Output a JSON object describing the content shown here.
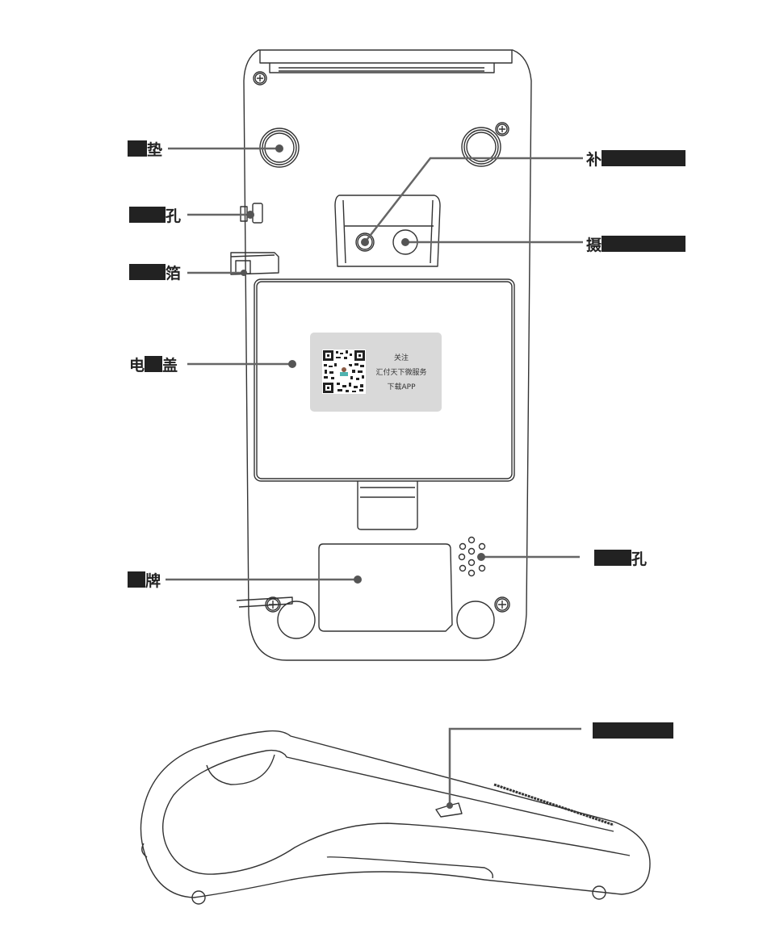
{
  "diagram": {
    "title": "",
    "views": [
      "back-view",
      "side-view"
    ],
    "colors": {
      "line": "#333333",
      "leader": "#666666",
      "dot": "#555555",
      "redaction": "#222222",
      "qr_panel": "#d9d9d9"
    }
  },
  "labels": {
    "foot_pad": {
      "visible": "垫",
      "redacted_prefix": true
    },
    "lanyard_hole": {
      "visible": "孔",
      "redacted_prefix": true
    },
    "card_slot": {
      "visible": "箔",
      "redacted_prefix": true
    },
    "battery_cover": {
      "visible_start": "电",
      "visible_end": "盖"
    },
    "nameplate": {
      "visible": "牌",
      "redacted_prefix": true
    },
    "fill_light": {
      "visible": "补",
      "redacted_suffix": true
    },
    "camera": {
      "visible": "摄",
      "redacted_suffix": true
    },
    "speaker_hole": {
      "visible": "孔",
      "redacted_prefix": true
    },
    "usb_port": {
      "fully_redacted": true
    }
  },
  "qr_sticker": {
    "line1": "关注",
    "line2": "汇付天下微服务",
    "line3": "下载APP"
  }
}
